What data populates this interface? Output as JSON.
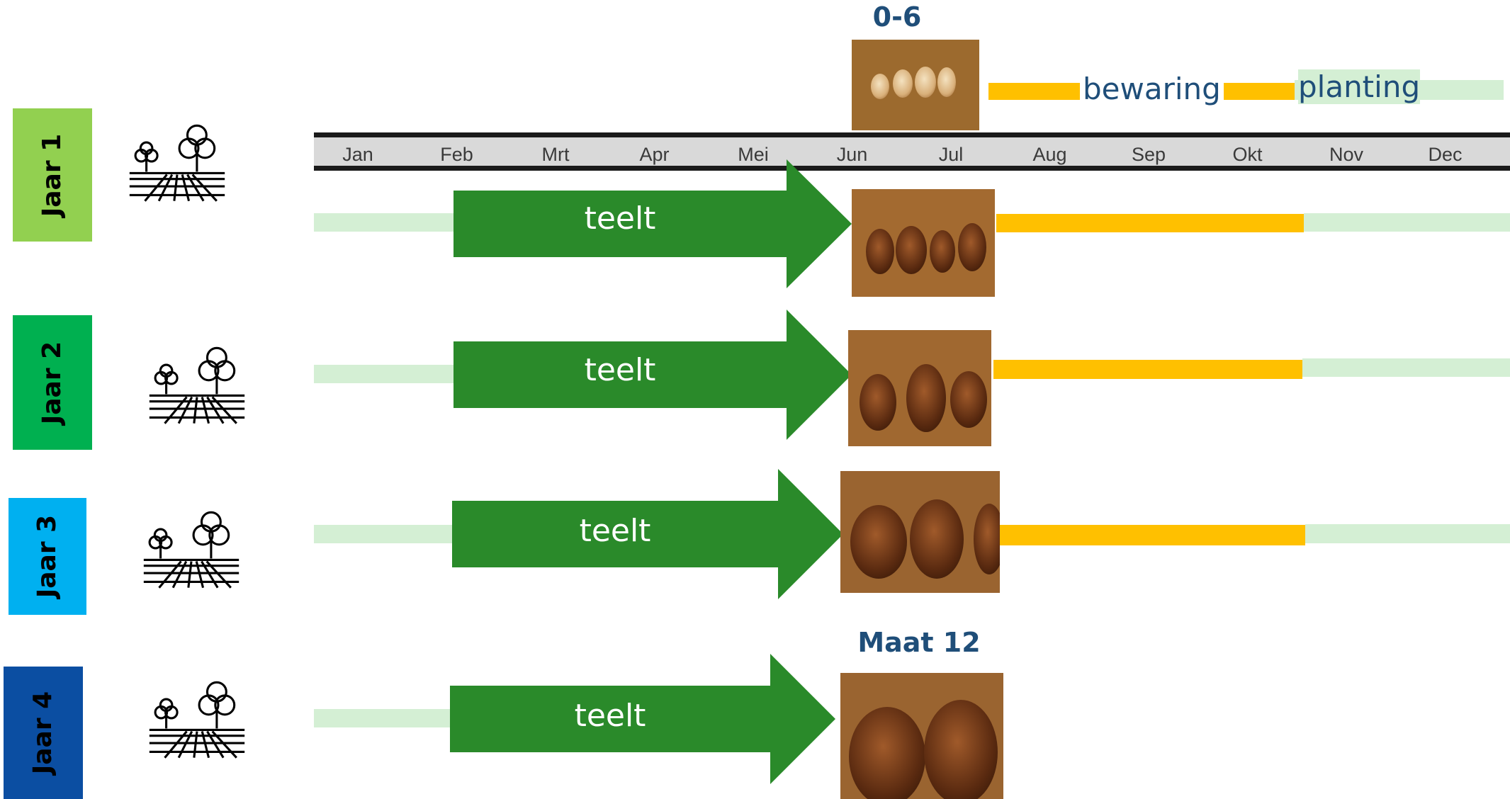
{
  "top_label": "0-6",
  "bottom_label": "Maat 12",
  "legend": {
    "bewaring": "bewaring",
    "planting": "planting"
  },
  "months": [
    "Jan",
    "Feb",
    "Mrt",
    "Apr",
    "Mei",
    "Jun",
    "Jul",
    "Aug",
    "Sep",
    "Okt",
    "Nov",
    "Dec"
  ],
  "rows": [
    {
      "year": "Jaar 1",
      "color": "#92d050",
      "arrow_label": "teelt"
    },
    {
      "year": "Jaar 2",
      "color": "#00b050",
      "arrow_label": "teelt"
    },
    {
      "year": "Jaar 3",
      "color": "#00b0f0",
      "arrow_label": "teelt"
    },
    {
      "year": "Jaar 4",
      "color": "#0b4ea2",
      "arrow_label": "teelt"
    }
  ],
  "colors": {
    "arrow": "#2a8a2a",
    "storage": "#ffc000",
    "planting": "#d4efd4",
    "title": "#1f4e79"
  },
  "icons": [
    "field-with-trees-icon"
  ]
}
